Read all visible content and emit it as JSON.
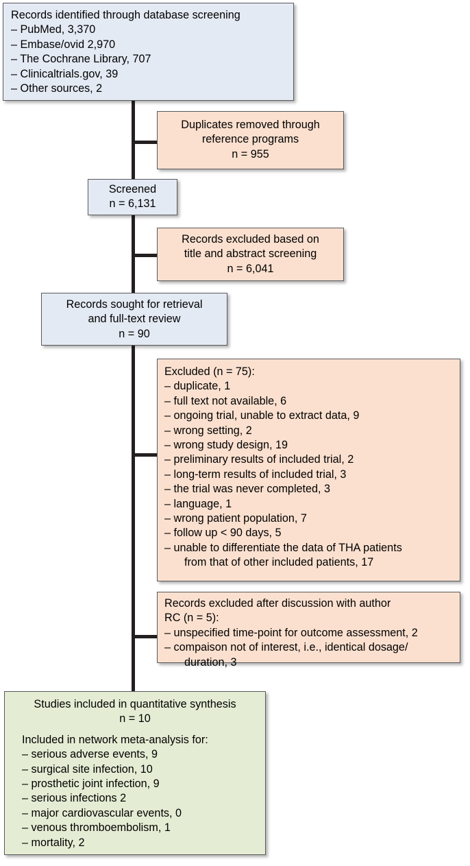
{
  "diagram": {
    "title": "PRISMA study selection flow diagram",
    "colors": {
      "identification_box": "#e4eaf4",
      "exclusion_box": "#fbe0cf",
      "included_box": "#e4edd4",
      "border": "#58595b",
      "connector": "#231f20"
    }
  },
  "boxes": {
    "identified": {
      "heading": "Records identified through database screening",
      "sources": [
        "– PubMed, 3,370",
        "– Embase/ovid 2,970",
        "– The Cochrane Library, 707",
        "– Clinicaltrials.gov, 39",
        "– Other sources, 2"
      ]
    },
    "duplicates_removed": {
      "line1": "Duplicates removed through",
      "line2": "reference programs",
      "count": "n = 955"
    },
    "screened": {
      "label": "Screened",
      "count": "n = 6,131"
    },
    "excluded_title_abstract": {
      "line1": "Records excluded based on",
      "line2": "title and abstract screening",
      "count": "n = 6,041"
    },
    "sought_retrieval": {
      "line1": "Records sought for retrieval",
      "line2": "and full-text review",
      "count": "n = 90"
    },
    "excluded_fulltext": {
      "heading": "Excluded (n = 75):",
      "reasons": [
        "– duplicate, 1",
        "– full text not available, 6",
        "– ongoing trial, unable to extract data, 9",
        "– wrong setting, 2",
        "– wrong study design, 19",
        "– preliminary results of included trial, 2",
        "– long-term results of included trial, 3",
        "– the trial was never completed, 3",
        "– language, 1",
        "– wrong patient population, 7",
        "– follow up < 90 days, 5"
      ],
      "last_reason_line1": "– unable to differentiate the data of THA patients",
      "last_reason_line2": "from that of other included patients, 17"
    },
    "excluded_discussion": {
      "heading_line1": "Records excluded after discussion with author",
      "heading_line2": "RC (n = 5):",
      "reasons": [
        "– unspecified time-point for outcome assessment, 2"
      ],
      "wrapped_reason_line1": "– compaison not of interest, i.e., identical dosage/",
      "wrapped_reason_line2": "duration, 3"
    },
    "included": {
      "heading": "Studies included in quantitative synthesis",
      "count": "n = 10",
      "subheading": "Included in network meta-analysis for:",
      "outcomes": [
        "– serious adverse events, 9",
        "– surgical site infection, 10",
        "– prosthetic joint infection, 9",
        "– serious infections 2",
        "– major cardiovascular events, 0",
        "– venous thromboembolism, 1",
        "– mortality, 2"
      ]
    }
  }
}
